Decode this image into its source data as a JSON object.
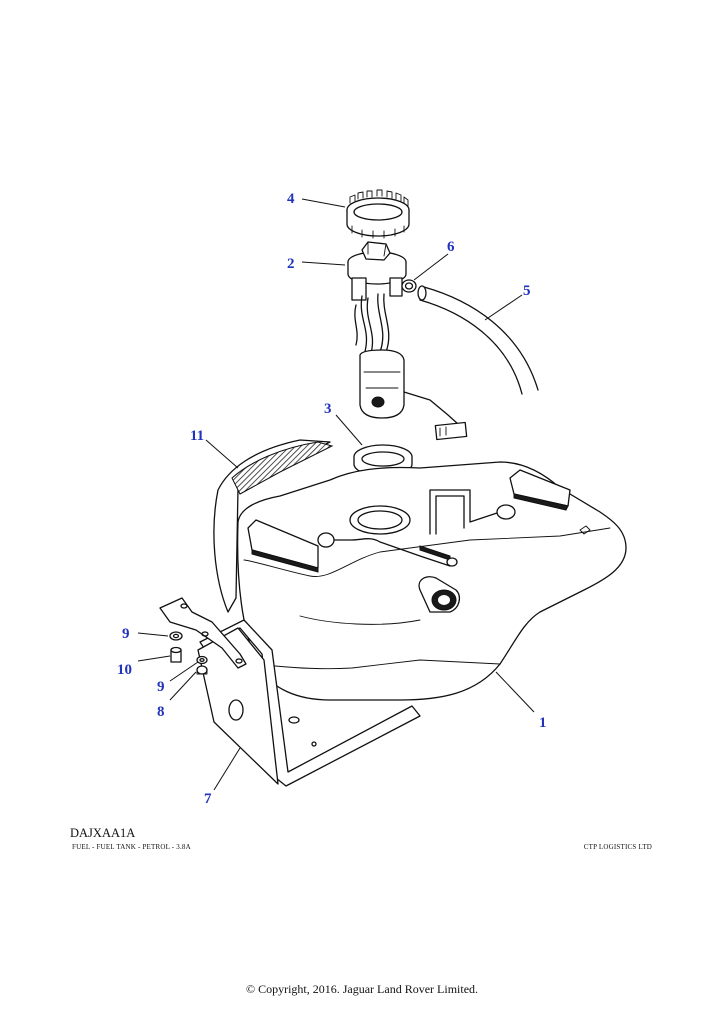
{
  "diagram": {
    "callouts": [
      {
        "id": "1",
        "label": "1"
      },
      {
        "id": "2",
        "label": "2"
      },
      {
        "id": "3",
        "label": "3"
      },
      {
        "id": "4",
        "label": "4"
      },
      {
        "id": "5",
        "label": "5"
      },
      {
        "id": "6",
        "label": "6"
      },
      {
        "id": "7",
        "label": "7"
      },
      {
        "id": "8",
        "label": "8"
      },
      {
        "id": "9a",
        "label": "9"
      },
      {
        "id": "9b",
        "label": "9"
      },
      {
        "id": "10",
        "label": "10"
      },
      {
        "id": "11",
        "label": "11"
      }
    ],
    "callout_color": "#2233bb"
  },
  "footer": {
    "code": "DAJXAA1A",
    "caption": "FUEL - FUEL TANK - PETROL - 3.8A",
    "vendor": "CTP LOGISTICS LTD",
    "copyright": "© Copyright, 2016. Jaguar Land Rover Limited."
  }
}
